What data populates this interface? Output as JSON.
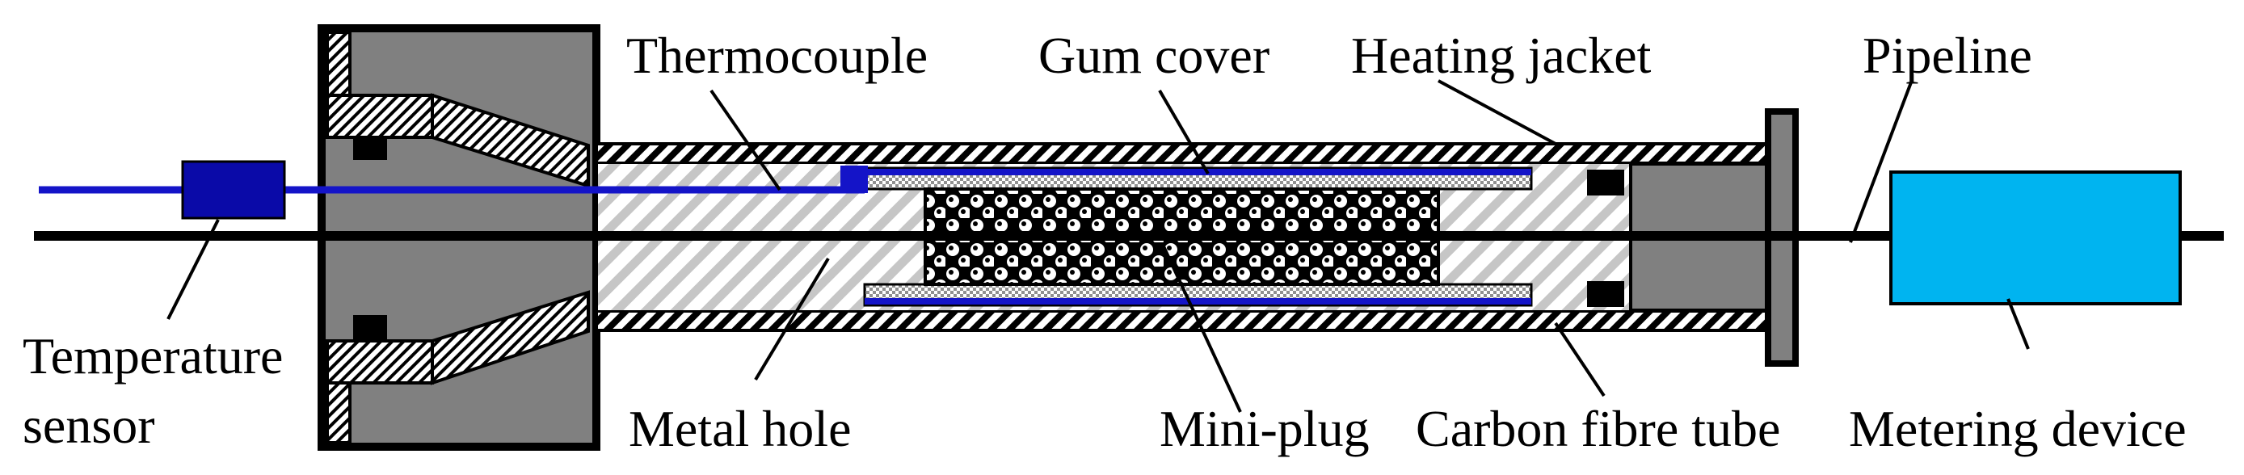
{
  "labels": {
    "thermocouple": "Thermocouple",
    "gum_cover": "Gum cover",
    "heating_jacket": "Heating  jacket",
    "pipeline": "Pipeline",
    "temperature_sensor_line1": "Temperature",
    "temperature_sensor_line2": "sensor",
    "metal_hole": "Metal hole",
    "mini_plug": "Mini-plug",
    "carbon_fibre_tube": "Carbon fibre tube",
    "metering_device": "Metering  device"
  },
  "colors": {
    "flange_gray": "#808080",
    "sensor_blue": "#0a0aa8",
    "wire_blue": "#1414c8",
    "metering_cyan": "#00b4f0",
    "outline": "#000000"
  }
}
